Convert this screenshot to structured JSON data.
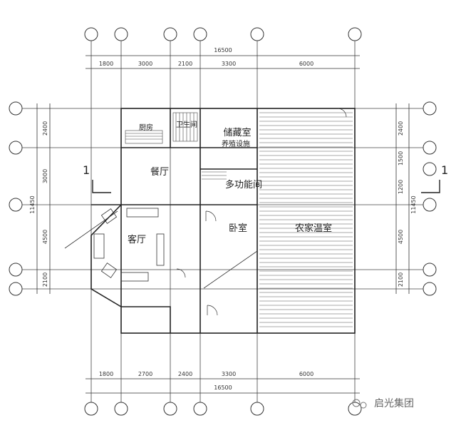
{
  "plan": {
    "top_total": "16500",
    "bottom_total": "16500",
    "top_segments": [
      "1800",
      "3000",
      "2100",
      "3300",
      "6000"
    ],
    "bottom_segments": [
      "1800",
      "2700",
      "2400",
      "3300",
      "6000"
    ],
    "left_total": "11450",
    "right_total": "11450",
    "left_segments": [
      "2400",
      "3000",
      "4500",
      "2100"
    ],
    "right_segments": [
      "2400",
      "1500",
      "1200",
      "4500",
      "2100"
    ],
    "rooms": {
      "kitchen": "厨房",
      "bathroom": "卫生间",
      "storage": "储藏室",
      "bbq": "养殖设施",
      "dining": "餐厅",
      "living": "客厅",
      "bedroom": "卧室",
      "multi": "多功能间",
      "greenhouse": "农家温室"
    },
    "section_mark": "1"
  },
  "watermark": {
    "text": "启光集团"
  },
  "colors": {
    "line": "#333333",
    "light": "#999999"
  }
}
